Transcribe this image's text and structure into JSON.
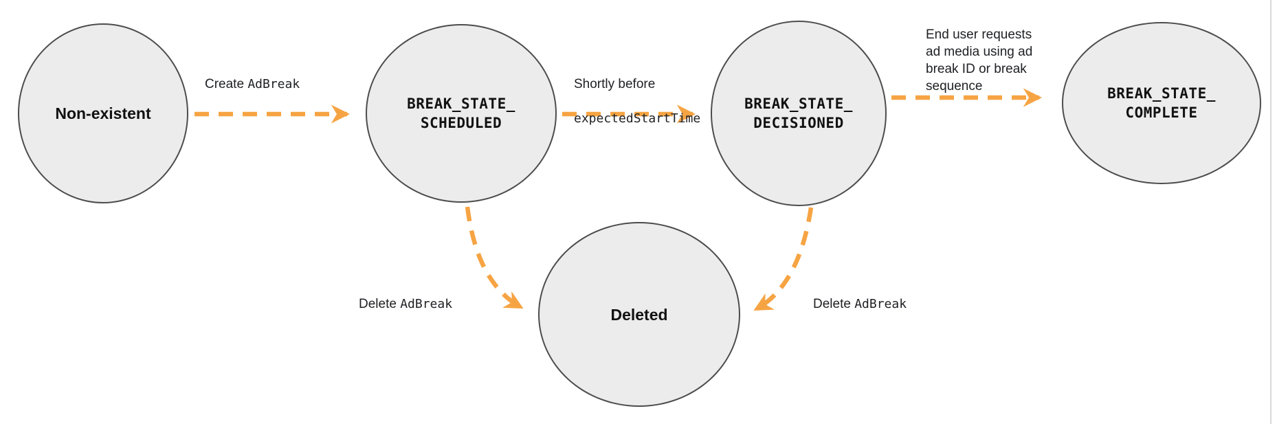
{
  "diagram": {
    "name": "ad-break-state-diagram",
    "colors": {
      "arrow": "#F6A443",
      "node_fill": "#ECECEC",
      "node_border": "#4C4C4C",
      "text": "#202124"
    },
    "nodes": [
      {
        "id": "non-existent",
        "label": "Non-existent"
      },
      {
        "id": "break-state-scheduled",
        "label": "BREAK_STATE_\nSCHEDULED"
      },
      {
        "id": "break-state-decisioned",
        "label": "BREAK_STATE_\nDECISIONED"
      },
      {
        "id": "break-state-complete",
        "label": "BREAK_STATE_\nCOMPLETE"
      },
      {
        "id": "deleted",
        "label": "Deleted"
      }
    ],
    "edges": [
      {
        "from": "non-existent",
        "to": "break-state-scheduled",
        "prefix": "Create ",
        "code": "AdBreak"
      },
      {
        "from": "break-state-scheduled",
        "to": "break-state-decisioned",
        "text": "Shortly before",
        "code": "expectedStartTime"
      },
      {
        "from": "break-state-decisioned",
        "to": "break-state-complete",
        "text": "End user requests\nad media using ad\nbreak ID or break\nsequence"
      },
      {
        "from": "break-state-scheduled",
        "to": "deleted",
        "prefix": "Delete ",
        "code": "AdBreak"
      },
      {
        "from": "break-state-decisioned",
        "to": "deleted",
        "prefix": "Delete ",
        "code": "AdBreak"
      }
    ]
  }
}
